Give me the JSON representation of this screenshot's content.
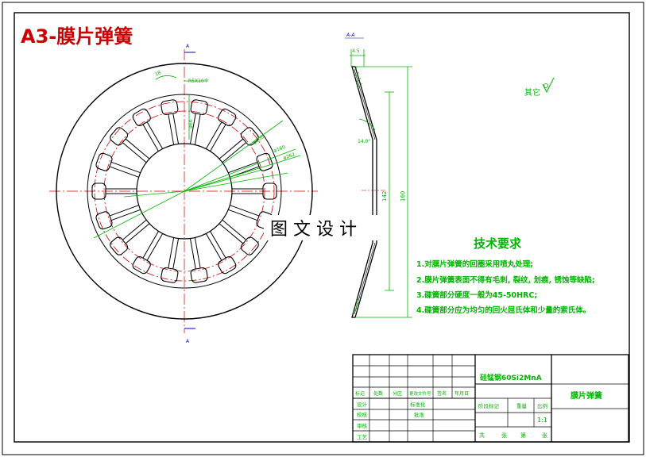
{
  "sheet_title": "A3-膜片弹簧",
  "watermark": "图 文 设 计",
  "section_label": "A-A",
  "roughness_label": "其它",
  "tech": {
    "heading": "技术要求",
    "items": [
      "1.对膜片弹簧的回圈采用喷丸处理;",
      "2.膜片弹簧表面不得有毛刺, 裂纹, 划痕, 锈蚀等缺陷;",
      "3.碟簧部分硬度一般为45-50HRC;",
      "4.碟簧部分应为均匀的回火屈氏体和少量的索氏体。"
    ]
  },
  "dims": {
    "slot": "R5X10个",
    "angle1": "18",
    "d1": "φ60",
    "d2": "φ100",
    "d3": "φ160",
    "d4": "φ262",
    "top_dim": "4.5",
    "angle2": "14.0°",
    "h1": "142",
    "h2": "160"
  },
  "titleblock": {
    "material": "硅锰钢60Si2MnA",
    "part_name": "膜片弹簧",
    "row_headers": [
      "标记",
      "处数",
      "分区",
      "更改文件号",
      "签名",
      "年月日"
    ],
    "roles": [
      "设计",
      "校核",
      "审核",
      "工艺"
    ],
    "std": [
      "标准化",
      "批准"
    ],
    "stage_labels": [
      "阶段标记",
      "重量",
      "比例"
    ],
    "scale": "1:1",
    "sheet_labels": [
      "共",
      "张",
      "第",
      "张"
    ]
  },
  "colors": {
    "line": "#000000",
    "green": "#00b400",
    "red": "#cc0000",
    "blue": "#0000cc",
    "title": "#cc0000"
  }
}
